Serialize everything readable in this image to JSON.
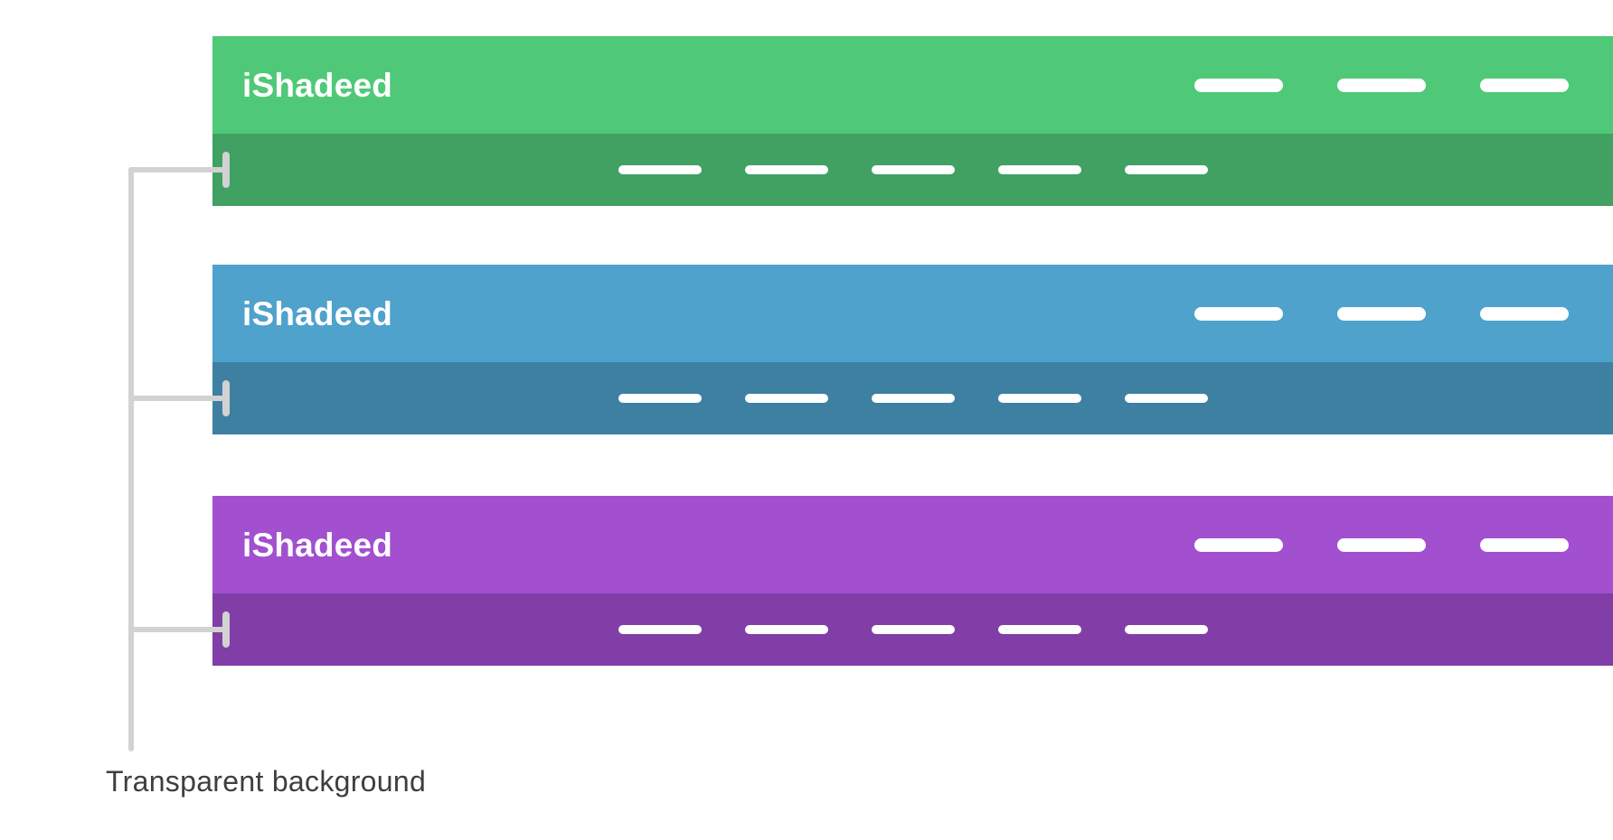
{
  "page_background": "#FFFFFF",
  "brand": "iShadeed",
  "annotation": {
    "label": "Transparent background",
    "text_color": "#3E3E3E",
    "connector_color": "#D2D2D2"
  },
  "nav_structure": {
    "header_link_placeholders": 3,
    "subnav_link_placeholders": 5
  },
  "sections": [
    {
      "name": "green-theme-header",
      "header_color": "#4FC978",
      "subnav_color": "#40A162"
    },
    {
      "name": "blue-theme-header",
      "header_color": "#4EA2CC",
      "subnav_color": "#3E80A2"
    },
    {
      "name": "purple-theme-header",
      "header_color": "#A24FD0",
      "subnav_color": "#803EA6"
    }
  ]
}
